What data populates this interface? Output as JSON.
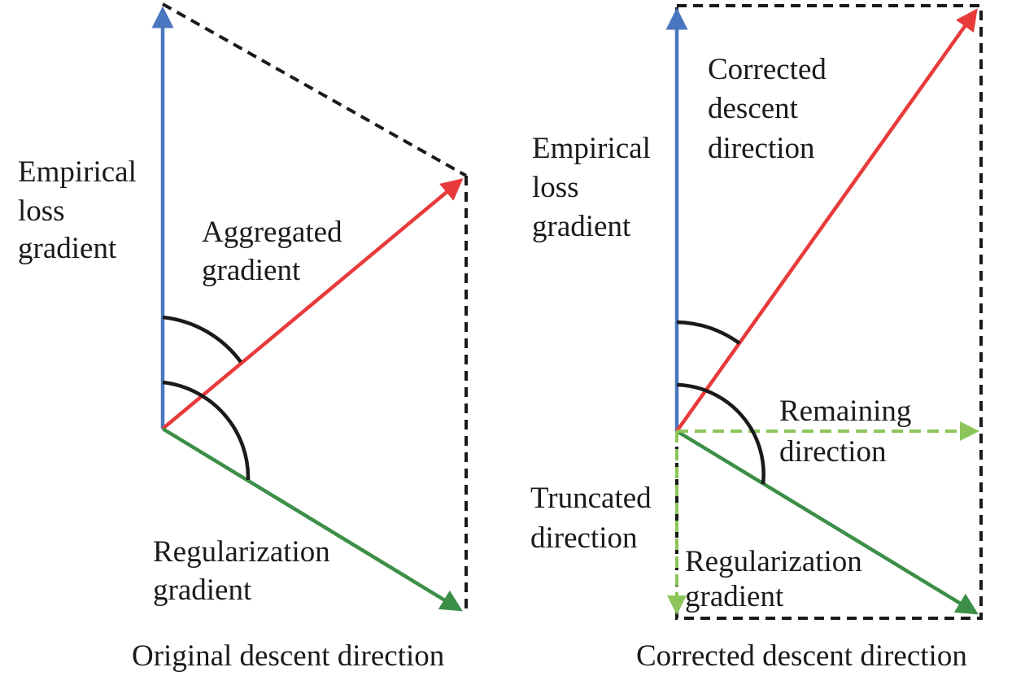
{
  "colors": {
    "empirical": "#4a76bf",
    "aggregated": "#e83a3a",
    "regularization": "#3c8f46",
    "projection": "#8cc65a",
    "outline": "#1a1a1a"
  },
  "left_panel": {
    "empirical_label": [
      "Empirical",
      "loss",
      "gradient"
    ],
    "aggregated_label": [
      "Aggregated",
      "gradient"
    ],
    "regularization_label": [
      "Regularization",
      "gradient"
    ],
    "caption": "Original descent direction"
  },
  "right_panel": {
    "empirical_label": [
      "Empirical",
      "loss",
      "gradient"
    ],
    "corrected_label": [
      "Corrected",
      "descent",
      "direction"
    ],
    "remaining_label": [
      "Remaining",
      "direction"
    ],
    "truncated_label": [
      "Truncated",
      "direction"
    ],
    "regularization_label": [
      "Regularization",
      "gradient"
    ],
    "caption": "Corrected descent direction"
  }
}
